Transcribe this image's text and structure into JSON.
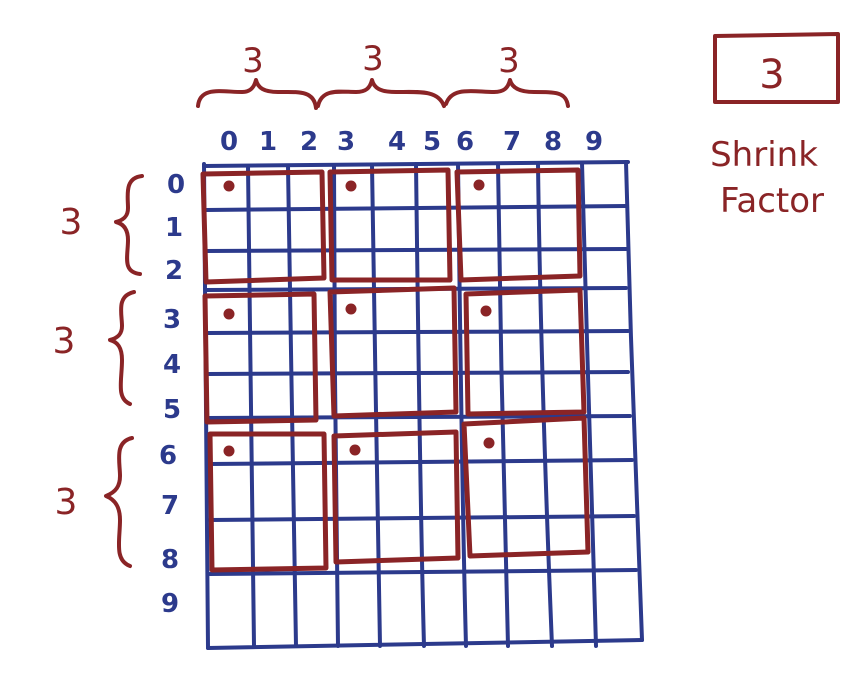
{
  "colors": {
    "grid": "#2c3a8c",
    "accent": "#8a2426",
    "background": "#ffffff"
  },
  "grid": {
    "col_labels": [
      "0",
      "1",
      "2",
      "3",
      "4",
      "5",
      "6",
      "7",
      "8",
      "9"
    ],
    "row_labels": [
      "0",
      "1",
      "2",
      "3",
      "4",
      "5",
      "6",
      "7",
      "8",
      "9"
    ],
    "cells": 10
  },
  "blocks": {
    "size": 3,
    "count_per_side": 3,
    "has_corner_dot": true
  },
  "brace_labels": {
    "top": [
      "3",
      "3",
      "3"
    ],
    "left": [
      "3",
      "3",
      "3"
    ]
  },
  "shrink_factor": {
    "value": "3",
    "caption_line1": "Shrink",
    "caption_line2": "Factor"
  }
}
